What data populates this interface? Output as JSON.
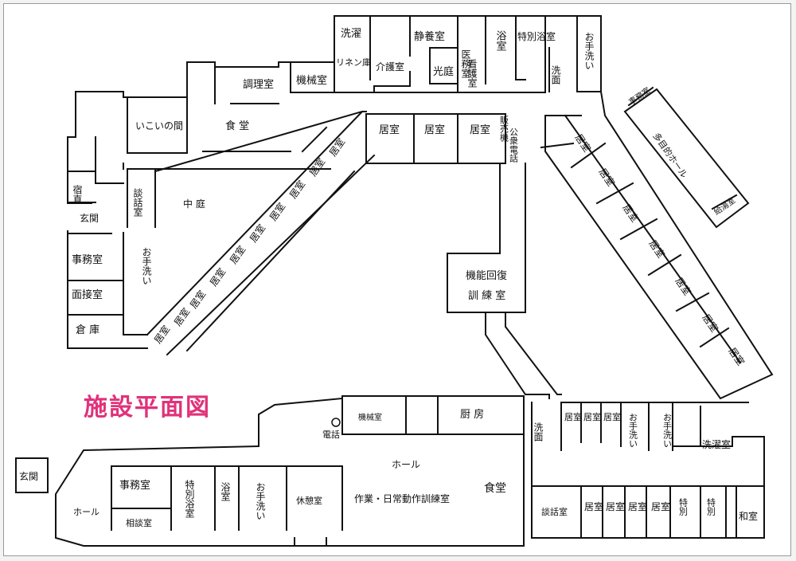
{
  "title": "施設平面図",
  "accent_color": "#e0327a",
  "upper": {
    "washing_top": "洗濯",
    "linen": "リネン庫",
    "care_room": "介護室",
    "quiet_room": "静養室",
    "medical": "医務室",
    "bath": "浴室",
    "special_bath": "特別浴室",
    "hand_wash": "お手洗い",
    "machine_room": "機械室",
    "light_court": "光庭",
    "nursing": "看護室",
    "washbasin": "洗面",
    "cooking_room": "調理室",
    "lounge": "いこいの間",
    "dining": "食 堂",
    "night_duty": "宿直",
    "entrance": "玄関",
    "talk_room": "談話室",
    "courtyard": "中 庭",
    "hand_wash_left": "お手洗い",
    "office": "事務室",
    "interview": "面接室",
    "storage": "倉 庫",
    "room": "居室",
    "phone_kiosk": "公衆電話",
    "sales": "販売機",
    "rehab_line1": "機能回復",
    "rehab_line2": "訓 練 室",
    "office_small": "事務室",
    "multi_hall": "多目的ホール",
    "supply": "給湯室"
  },
  "lower": {
    "machine": "機械室",
    "kitchen": "厨 房",
    "phone": "電話",
    "entrance": "玄関",
    "hall_left": "ホール",
    "office": "事務室",
    "consult": "相談室",
    "special_bath": "特別浴室",
    "bath": "浴室",
    "hand_wash": "お手洗い",
    "rest_room": "休憩室",
    "hall": "ホール",
    "workshop": "作業・日常動作訓練室",
    "dining": "食堂",
    "washbasin": "洗面",
    "room": "居室",
    "laundry": "洗濯室",
    "talk": "談話室",
    "special": "特別",
    "japanese": "和室"
  }
}
